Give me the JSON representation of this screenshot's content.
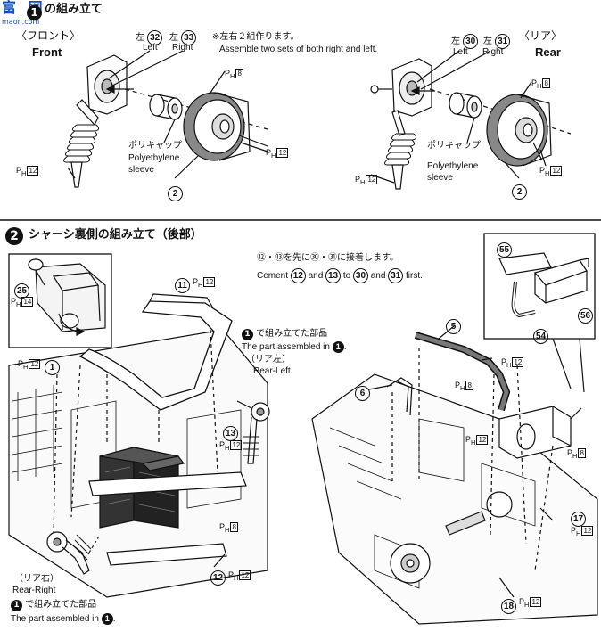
{
  "watermark": {
    "cn": "富 网",
    "url": "maon.com"
  },
  "step1": {
    "number": "1",
    "title_tail": "の組み立て"
  },
  "front": {
    "jp": "〈フロント〉",
    "en": "Front"
  },
  "rear": {
    "jp": "〈リア〉",
    "en": "Rear"
  },
  "front_parts": {
    "l_jp": "左",
    "l_num": "32",
    "r_jp": "左",
    "r_num": "33",
    "left": "Left",
    "right": "Right"
  },
  "rear_parts": {
    "l_jp": "左",
    "l_num": "30",
    "r_jp": "左",
    "r_num": "31",
    "left": "Left",
    "right": "Right"
  },
  "note": {
    "jp": "※左右２組作ります。",
    "en": "Assemble two sets of both right and left."
  },
  "sleeve": {
    "jp": "ポリキャップ",
    "en1": "Polyethylene",
    "en2": "sleeve"
  },
  "ph": {
    "p": "P",
    "h": "H",
    "v8": "8",
    "v12": "12",
    "v14": "14"
  },
  "num": {
    "n2": "2",
    "n5": "5",
    "n6": "6",
    "n11": "11",
    "n12": "12",
    "n13": "13",
    "n17": "17",
    "n18": "18",
    "n25": "25",
    "n54": "54",
    "n55": "55",
    "n56": "56",
    "n1": "1"
  },
  "step2": {
    "number": "2",
    "title": "シャーシ裏側の組み立て（後部）"
  },
  "cement": {
    "jp": "⑫・⑬を先に㉚・㉛に接着します。",
    "en_a": "Cement",
    "en_b": "and",
    "en_c": "to",
    "en_d": "and",
    "en_e": "first.",
    "n12": "12",
    "n13": "13",
    "n30": "30",
    "n31": "31"
  },
  "assembled": {
    "jp": "で組み立てた部品",
    "en": "The part assembled in",
    "ref": "1",
    "dot": "."
  },
  "rear_left": {
    "jp": "（リア左）",
    "en": "Rear-Left"
  },
  "rear_right": {
    "jp": "（リア右）",
    "en": "Rear-Right"
  }
}
